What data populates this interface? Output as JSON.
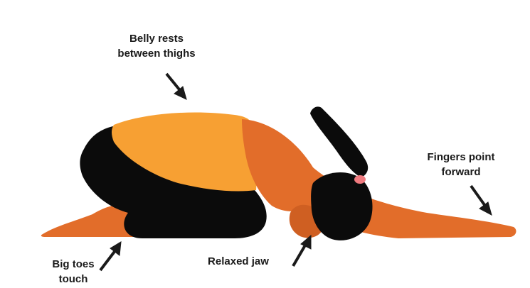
{
  "annotations": {
    "belly": {
      "lines": [
        "Belly rests",
        "between thighs"
      ]
    },
    "fingers": {
      "lines": [
        "Fingers point",
        "forward"
      ]
    },
    "toes": {
      "lines": [
        "Big toes",
        "touch"
      ]
    },
    "jaw": {
      "lines": [
        "Relaxed jaw"
      ]
    }
  },
  "colors": {
    "shirt": "#f7a033",
    "skin": "#e26d2a",
    "skin_dark": "#cf5f22",
    "pants": "#0b0b0b",
    "hair": "#0b0b0b",
    "hair_tie": "#f07a7f",
    "arrow": "#1a1a1a"
  }
}
